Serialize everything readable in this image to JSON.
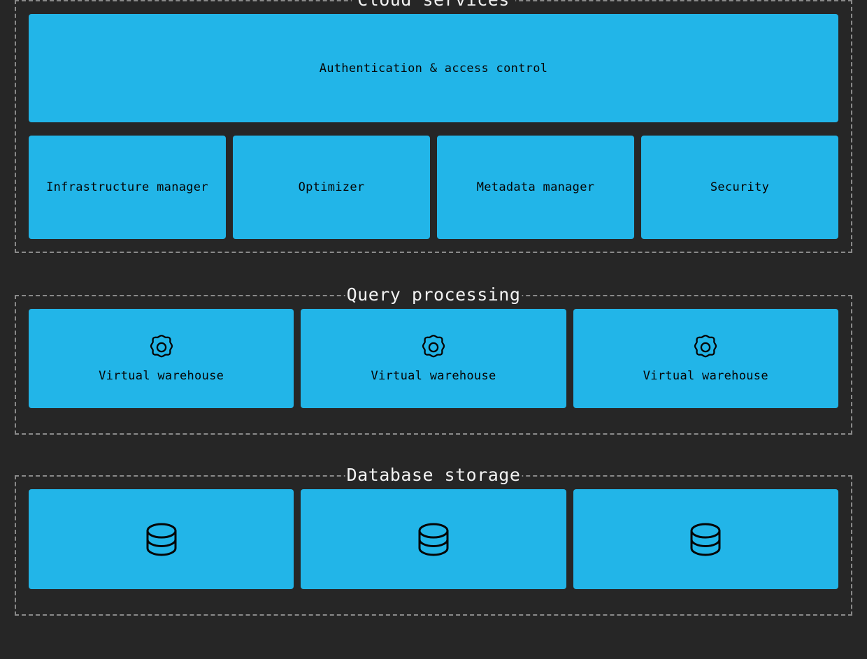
{
  "theme": {
    "background": "#262626",
    "node_fill": "#22b5e8",
    "node_text": "#050505",
    "border": "#8a8a8a",
    "title_text": "#f2f2f2"
  },
  "sections": [
    {
      "id": "cloud-services",
      "title": "Cloud services",
      "banner": {
        "label": "Authentication & access control"
      },
      "services": [
        {
          "label": "Infrastructure manager"
        },
        {
          "label": "Optimizer"
        },
        {
          "label": "Metadata manager"
        },
        {
          "label": "Security"
        }
      ]
    },
    {
      "id": "query-processing",
      "title": "Query processing",
      "nodes": [
        {
          "label": "Virtual warehouse",
          "icon": "gear-icon"
        },
        {
          "label": "Virtual warehouse",
          "icon": "gear-icon"
        },
        {
          "label": "Virtual warehouse",
          "icon": "gear-icon"
        }
      ]
    },
    {
      "id": "database-storage",
      "title": "Database storage",
      "nodes": [
        {
          "icon": "database-icon"
        },
        {
          "icon": "database-icon"
        },
        {
          "icon": "database-icon"
        }
      ]
    }
  ]
}
